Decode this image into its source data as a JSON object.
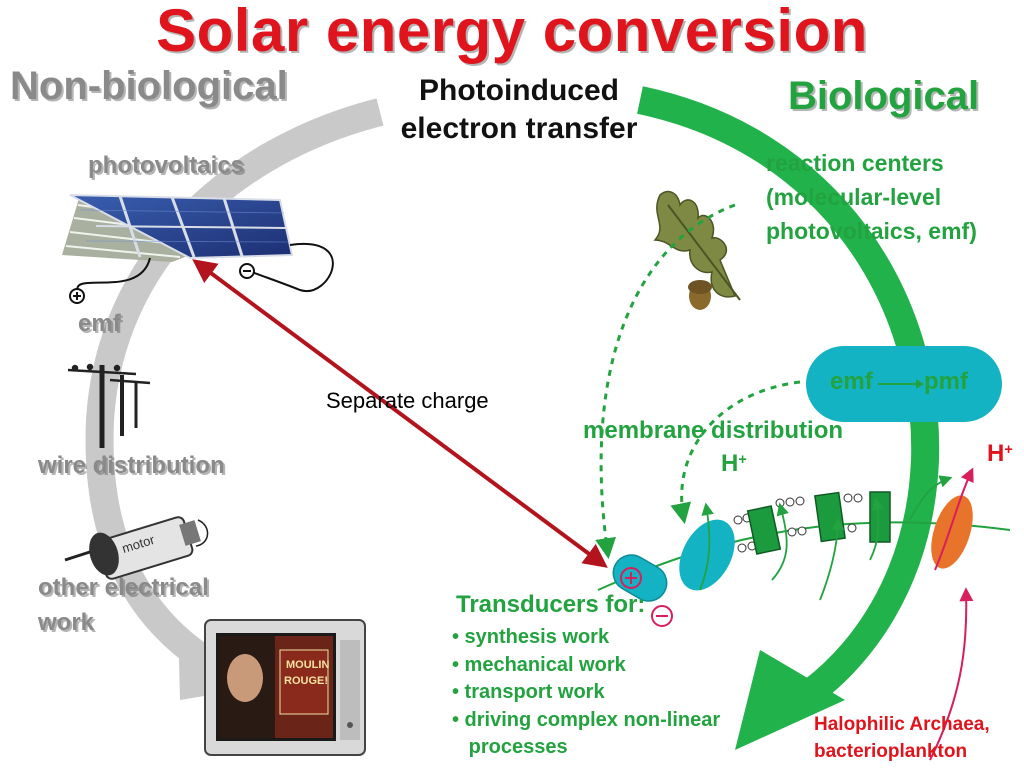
{
  "title": "Solar energy conversion",
  "non_biological": {
    "heading": "Non-biological",
    "photovoltaics": "photovoltaics",
    "emf": "emf",
    "wire_distribution": "wire distribution",
    "other_work_line1": "other electrical",
    "other_work_line2": "work",
    "motor_label": "motor",
    "tv_text_line1": "MOULIN",
    "tv_text_line2": "ROUGE!"
  },
  "biological": {
    "heading": "Biological",
    "reaction_centers_line1": "reaction centers",
    "reaction_centers_line2": "(molecular-level",
    "reaction_centers_line3": "photovoltaics, emf)",
    "emf_pmf_left": "emf",
    "emf_pmf_right": "pmf",
    "membrane_distribution": "membrane distribution",
    "h_plus": "H",
    "h_plus_red": "H",
    "plus_sign": "+",
    "transducers_heading": "Transducers for:",
    "transducers_items": [
      "• synthesis work",
      "• mechanical work",
      "• transport work",
      "• driving complex non-linear",
      "   processes"
    ],
    "halophilic_line1": "Halophilic Archaea,",
    "halophilic_line2": "bacterioplankton"
  },
  "center": {
    "photoinduced_line1": "Photoinduced",
    "photoinduced_line2": "electron transfer",
    "separate_charge": "Separate charge"
  },
  "colors": {
    "title_red": "#e0141c",
    "gray": "#8a8a8a",
    "green": "#22a33f",
    "cyan": "#14b3c3",
    "orange": "#e8732a",
    "dark_red_arrow": "#b3131c",
    "pink": "#d81e5b"
  },
  "icons": [
    "solar-panel-icon",
    "power-pole-icon",
    "motor-icon",
    "television-icon",
    "oak-leaf-icon",
    "acorn-icon"
  ]
}
